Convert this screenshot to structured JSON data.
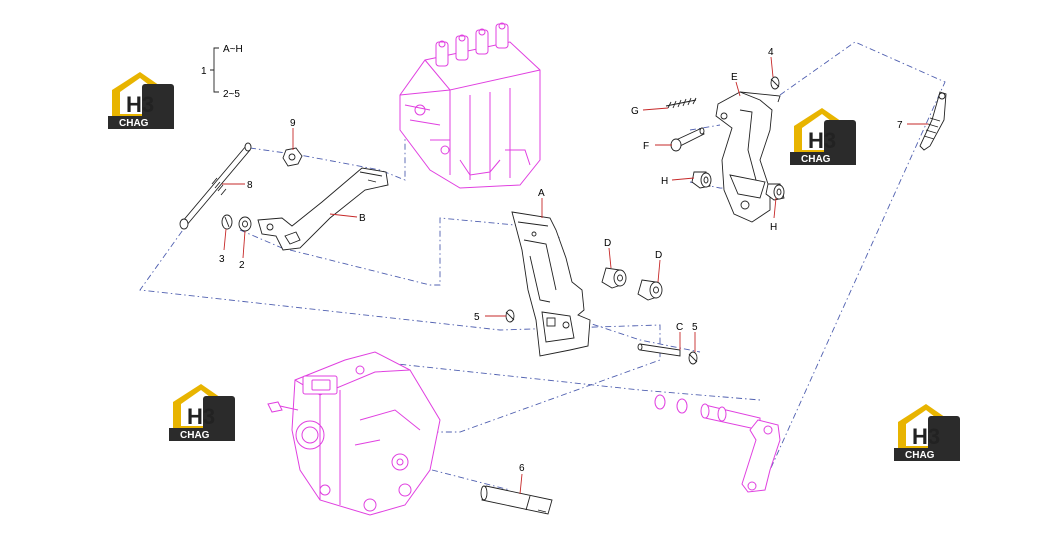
{
  "legend": {
    "index": "1",
    "range_top": "A~H",
    "range_bottom": "2~5"
  },
  "logo": {
    "mark": "H3",
    "text": "CHAG",
    "colors": {
      "roof": "#e8b400",
      "dark": "#2b2b2b",
      "text": "#ffffff"
    }
  },
  "callouts": {
    "n9": "9",
    "n8": "8",
    "n3": "3",
    "n2": "2",
    "nB": "B",
    "nA": "A",
    "nD1": "D",
    "nD2": "D",
    "n5a": "5",
    "nC": "C",
    "n5b": "5",
    "n4": "4",
    "nE": "E",
    "nG": "G",
    "nF": "F",
    "nH1": "H",
    "nH2": "H",
    "n7": "7",
    "n6": "6"
  },
  "colors": {
    "parts_pink": "#e040e0",
    "parts_black": "#222222",
    "leader": "#c62828",
    "centerline": "#5060b0"
  }
}
